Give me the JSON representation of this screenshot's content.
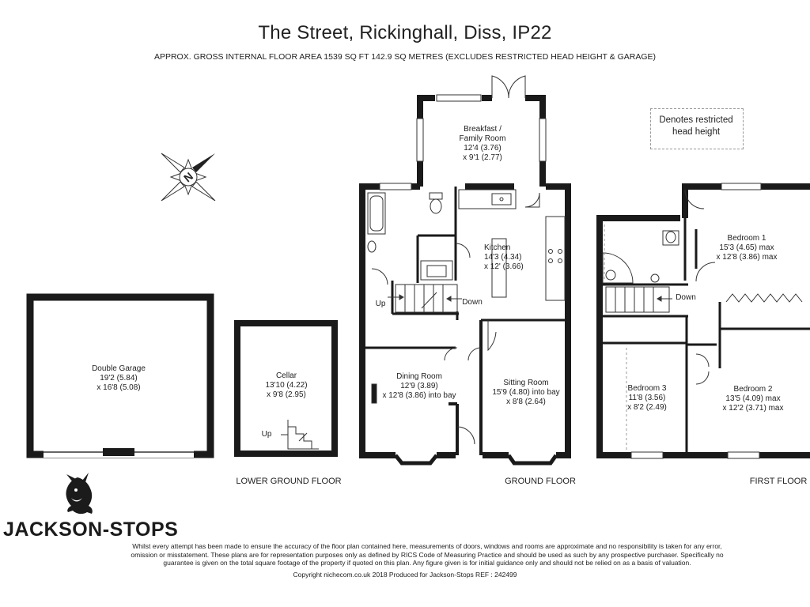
{
  "header": {
    "title": "The Street, Rickinghall, Diss, IP22",
    "subtitle": "APPROX. GROSS INTERNAL FLOOR AREA 1539 SQ FT 142.9 SQ METRES (EXCLUDES RESTRICTED HEAD HEIGHT & GARAGE)"
  },
  "legend": {
    "line1": "Denotes restricted",
    "line2": "head height"
  },
  "compass": {
    "letter": "N"
  },
  "rooms": {
    "garage": {
      "name": "Double Garage",
      "dim1": "19'2 (5.84)",
      "dim2": "x 16'8 (5.08)"
    },
    "cellar": {
      "name": "Cellar",
      "dim1": "13'10 (4.22)",
      "dim2": "x 9'8 (2.95)",
      "up": "Up"
    },
    "breakfast": {
      "name1": "Breakfast /",
      "name2": "Family Room",
      "dim1": "12'4 (3.76)",
      "dim2": "x 9'1 (2.77)"
    },
    "kitchen": {
      "name": "Kitchen",
      "dim1": "14'3 (4.34)",
      "dim2": "x 12' (3.66)"
    },
    "dining": {
      "name": "Dining Room",
      "dim1": "12'9 (3.89)",
      "dim2": "x 12'8 (3.86) into bay"
    },
    "sitting": {
      "name": "Sitting Room",
      "dim1": "15'9 (4.80) into bay",
      "dim2": "x 8'8 (2.64)"
    },
    "bedroom1": {
      "name": "Bedroom 1",
      "dim1": "15'3 (4.65) max",
      "dim2": "x 12'8 (3.86) max"
    },
    "bedroom2": {
      "name": "Bedroom 2",
      "dim1": "13'5 (4.09) max",
      "dim2": "x 12'2 (3.71) max"
    },
    "bedroom3": {
      "name": "Bedroom 3",
      "dim1": "11'8 (3.56)",
      "dim2": "x 8'2 (2.49)"
    }
  },
  "stairs": {
    "ground_up": "Up",
    "ground_down": "Down",
    "first_down": "Down"
  },
  "floors": {
    "lower": "LOWER GROUND FLOOR",
    "ground": "GROUND FLOOR",
    "first": "FIRST FLOOR"
  },
  "brand": {
    "name": "JACKSON-STOPS"
  },
  "disclaimer": "Whilst every attempt has been made to ensure the accuracy of the floor plan contained here, measurements of doors, windows and rooms are approximate and no responsibility is taken for any error, omission or misstatement. These plans are for representation purposes only as defined by RICS Code of Measuring Practice and should be used as such by any prospective purchaser. Specifically no guarantee is given on the total square footage of the property if quoted on this plan. Any figure given is for initial guidance only and should not be relied on as a basis of valuation.",
  "footer": "Copyright nichecom.co.uk 2018   Produced for Jackson-Stops   REF : 242499",
  "colors": {
    "wall": "#1a1a1a",
    "text": "#222222",
    "dashed": "#999999"
  }
}
